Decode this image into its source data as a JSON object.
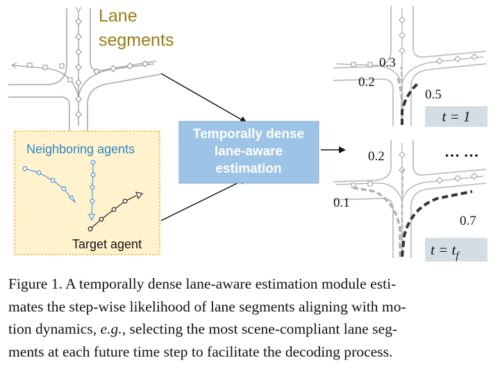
{
  "figure": {
    "lane_label_line1": "Lane",
    "lane_label_line2": "segments",
    "neighboring_label": "Neighboring agents",
    "target_label": "Target agent",
    "estimation_line1": "Temporally dense",
    "estimation_line2": "lane-aware",
    "estimation_line3": "estimation",
    "top_panel": {
      "prob_a": "0.3",
      "prob_b": "0.2",
      "prob_c": "0.5",
      "time_label": "t = 1"
    },
    "bottom_panel": {
      "prob_a": "0.2",
      "prob_b": "0.1",
      "prob_c": "0.7",
      "time_prefix": "t = t",
      "time_sub": "f"
    },
    "ellipsis": "… …",
    "colors": {
      "lane": "#b9b9b9",
      "agent_box_fill": "#fff2cc",
      "agent_box_border": "#f1b84a",
      "estimation_box": "#9dc3e6",
      "neighbor": "#5b9bd5",
      "time_box": "#d6dce4"
    }
  },
  "caption": {
    "line1": "Figure 1. A temporally dense lane-aware estimation module esti-",
    "line2": "mates the step-wise likelihood of lane segments aligning with mo-",
    "line3_pre": "tion dynamics, ",
    "line3_em": "e.g.",
    "line3_post": ", selecting the most scene-compliant lane seg-",
    "line4": "ments at each future time step to facilitate the decoding process."
  }
}
